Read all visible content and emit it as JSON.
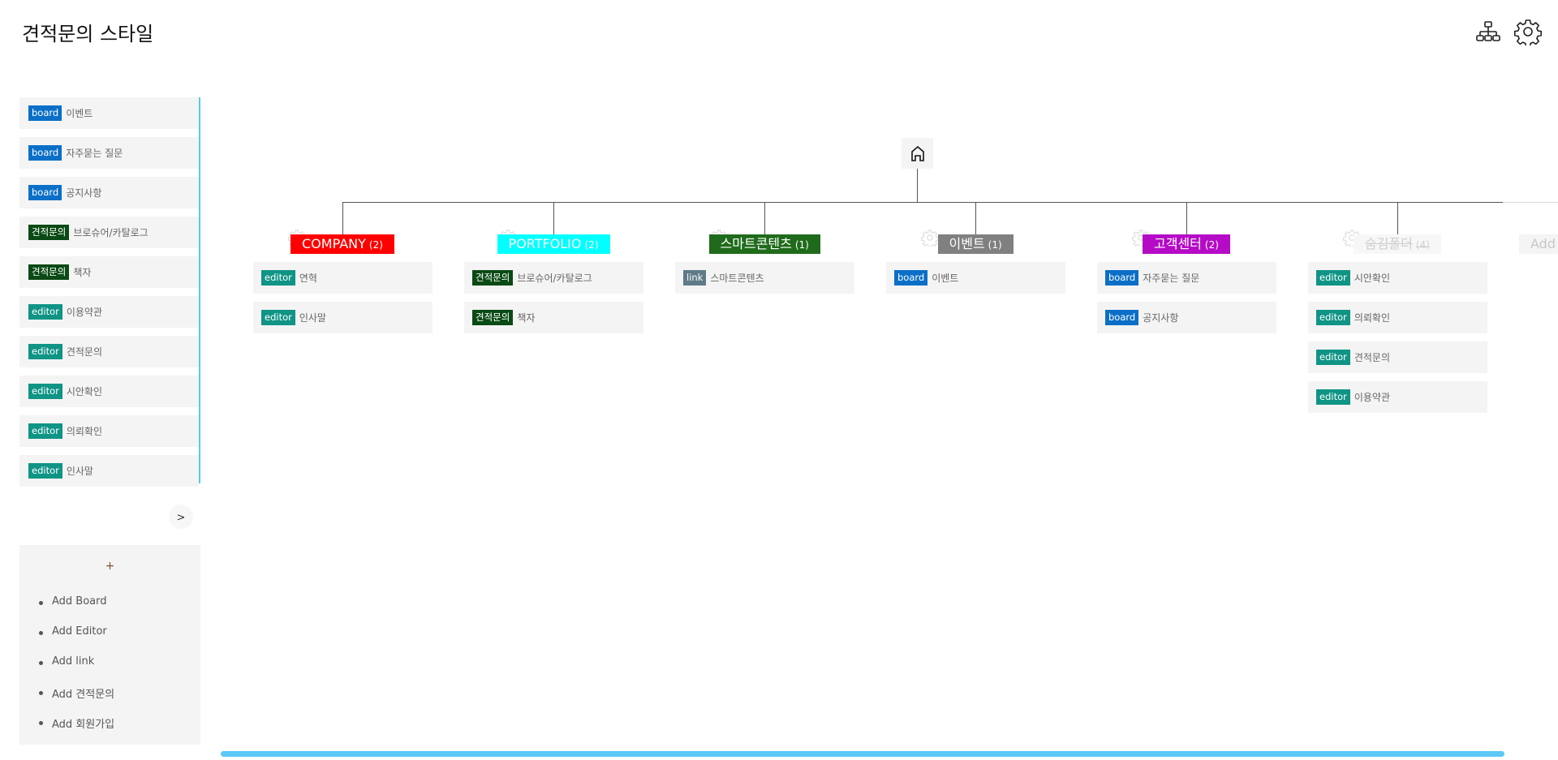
{
  "header": {
    "title": "견적문의 스타일",
    "icons": [
      "sitemap-icon",
      "gear-icon"
    ]
  },
  "badge_colors": {
    "board": "#0b6fc7",
    "editor": "#0f9485",
    "견적문의": "#0a4a14",
    "link": "#5f7a88"
  },
  "sidebar": {
    "items": [
      {
        "type": "board",
        "label": "이벤트"
      },
      {
        "type": "board",
        "label": "자주묻는 질문"
      },
      {
        "type": "board",
        "label": "공지사항"
      },
      {
        "type": "견적문의",
        "label": "브로슈어/카탈로그"
      },
      {
        "type": "견적문의",
        "label": "책자"
      },
      {
        "type": "editor",
        "label": "이용약관"
      },
      {
        "type": "editor",
        "label": "견적문의"
      },
      {
        "type": "editor",
        "label": "시안확인"
      },
      {
        "type": "editor",
        "label": "의뢰확인"
      },
      {
        "type": "editor",
        "label": "인사말"
      }
    ],
    "collapse_label": ">"
  },
  "add_panel": {
    "plus": "+",
    "items": [
      "Add Board",
      "Add Editor",
      "Add link",
      "Add 견적문의",
      "Add 회원가입"
    ]
  },
  "tree": {
    "root_icon": "home-icon",
    "columns": [
      {
        "title": "COMPANY",
        "count": "(2)",
        "color": "#ff0000",
        "items": [
          {
            "type": "editor",
            "label": "연혁"
          },
          {
            "type": "editor",
            "label": "인사말"
          }
        ]
      },
      {
        "title": "PORTFOLIO",
        "count": "(2)",
        "color": "#00ffff",
        "items": [
          {
            "type": "견적문의",
            "label": "브로슈어/카탈로그"
          },
          {
            "type": "견적문의",
            "label": "책자"
          }
        ]
      },
      {
        "title": "스마트콘텐츠",
        "count": "(1)",
        "color": "#1f6b1b",
        "items": [
          {
            "type": "link",
            "label": "스마트콘텐츠"
          }
        ]
      },
      {
        "title": "이벤트",
        "count": "(1)",
        "color": "#808080",
        "items": [
          {
            "type": "board",
            "label": "이벤트"
          }
        ]
      },
      {
        "title": "고객센터",
        "count": "(2)",
        "color": "#b50bc6",
        "items": [
          {
            "type": "board",
            "label": "자주묻는 질문"
          },
          {
            "type": "board",
            "label": "공지사항"
          }
        ]
      },
      {
        "title": "숨김폴더",
        "count": "(4)",
        "color": "#f7f7f7",
        "hidden": true,
        "items": [
          {
            "type": "editor",
            "label": "시안확인"
          },
          {
            "type": "editor",
            "label": "의뢰확인"
          },
          {
            "type": "editor",
            "label": "견적문의"
          },
          {
            "type": "editor",
            "label": "이용약관"
          }
        ]
      }
    ],
    "add_label": "Add"
  }
}
